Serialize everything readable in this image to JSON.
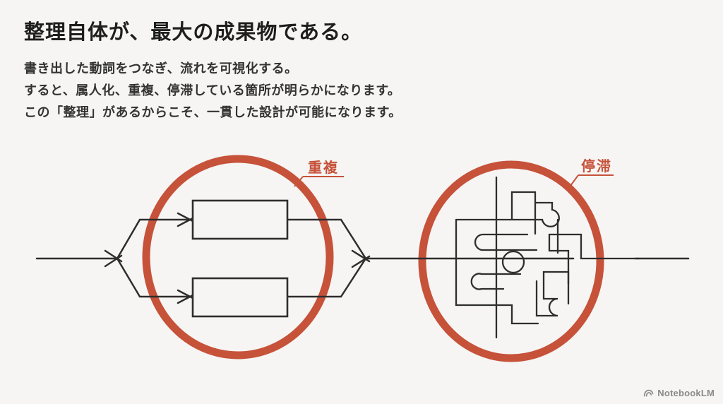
{
  "slide": {
    "title": "整理自体が、最大の成果物である。",
    "body_lines": [
      "書き出した動詞をつなぎ、流れを可視化する。",
      "すると、属人化、重複、停滞している箇所が明らかになります。",
      "この「整理」があるからこそ、一貫した設計が可能になります。"
    ]
  },
  "diagram": {
    "left_circle_label": "重複",
    "right_circle_label": "停滞",
    "colors": {
      "accent_red": "#C6523A",
      "ink": "#2E2E2E",
      "background": "#F6F5F3",
      "footer_gray": "#8A8A8A"
    }
  },
  "footer": {
    "brand": "NotebookLM"
  }
}
